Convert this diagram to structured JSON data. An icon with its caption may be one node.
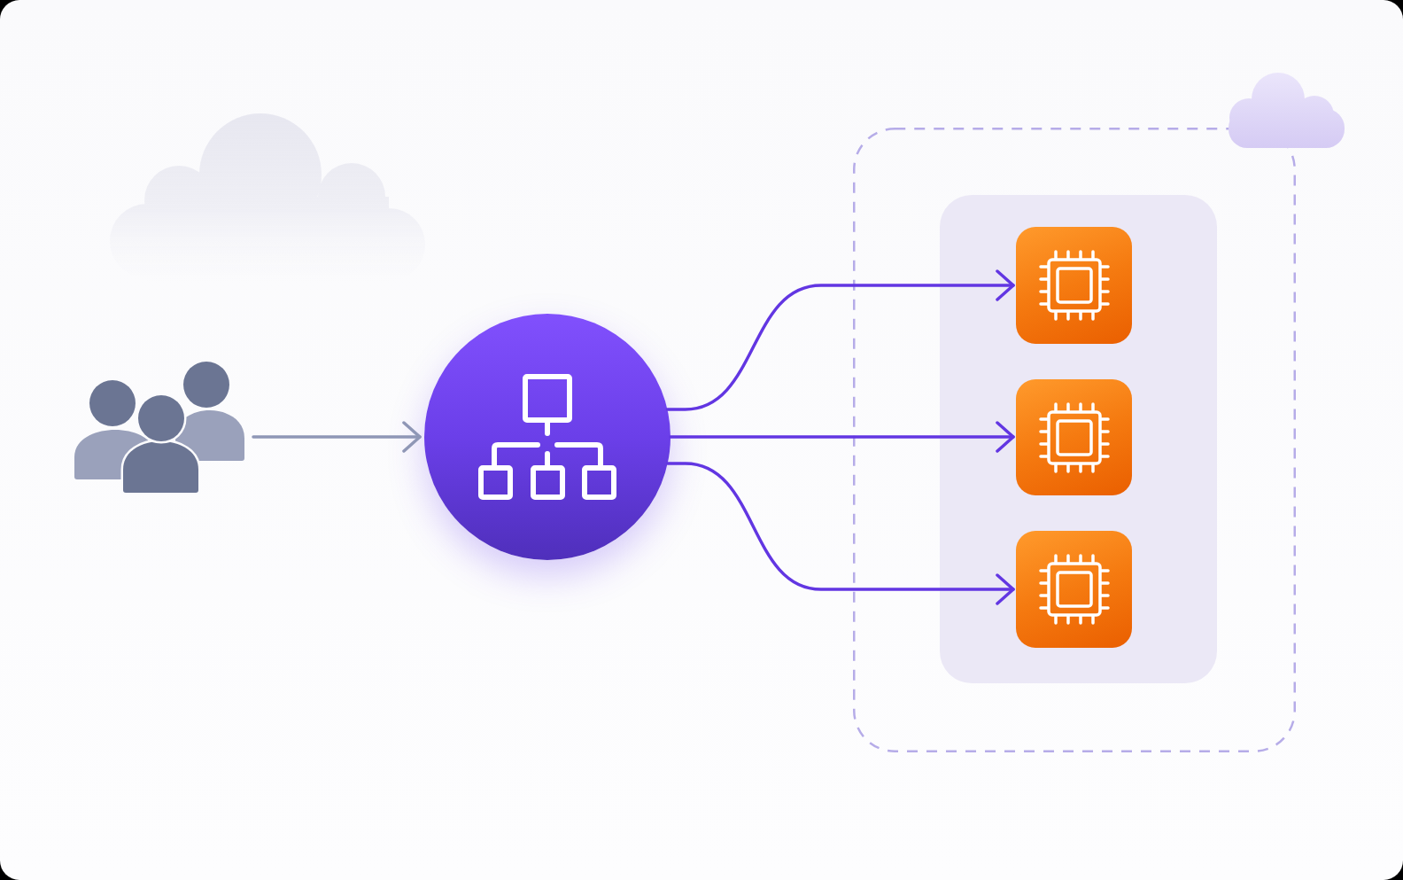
{
  "diagram": {
    "nodes": [
      {
        "text": [],
        "shape": "person"
      },
      {
        "text": [],
        "shape": "circle"
      },
      {
        "text": [],
        "shape": "box"
      },
      {
        "text": [],
        "shape": "box",
        "in": 2
      },
      {
        "text": [],
        "shape": "box",
        "in": 3
      },
      {
        "text": [],
        "shape": "box",
        "in": 3
      },
      {
        "text": [],
        "shape": "box",
        "in": 3
      }
    ],
    "edges": [
      {
        "from": 0,
        "to": 1,
        "arrow": "to",
        "color": "#8f97b6"
      },
      {
        "from": 1,
        "to": 4,
        "arrow": "to"
      },
      {
        "from": 1,
        "to": 5,
        "arrow": "to"
      },
      {
        "from": 1,
        "to": 6,
        "arrow": "to"
      }
    ]
  }
}
